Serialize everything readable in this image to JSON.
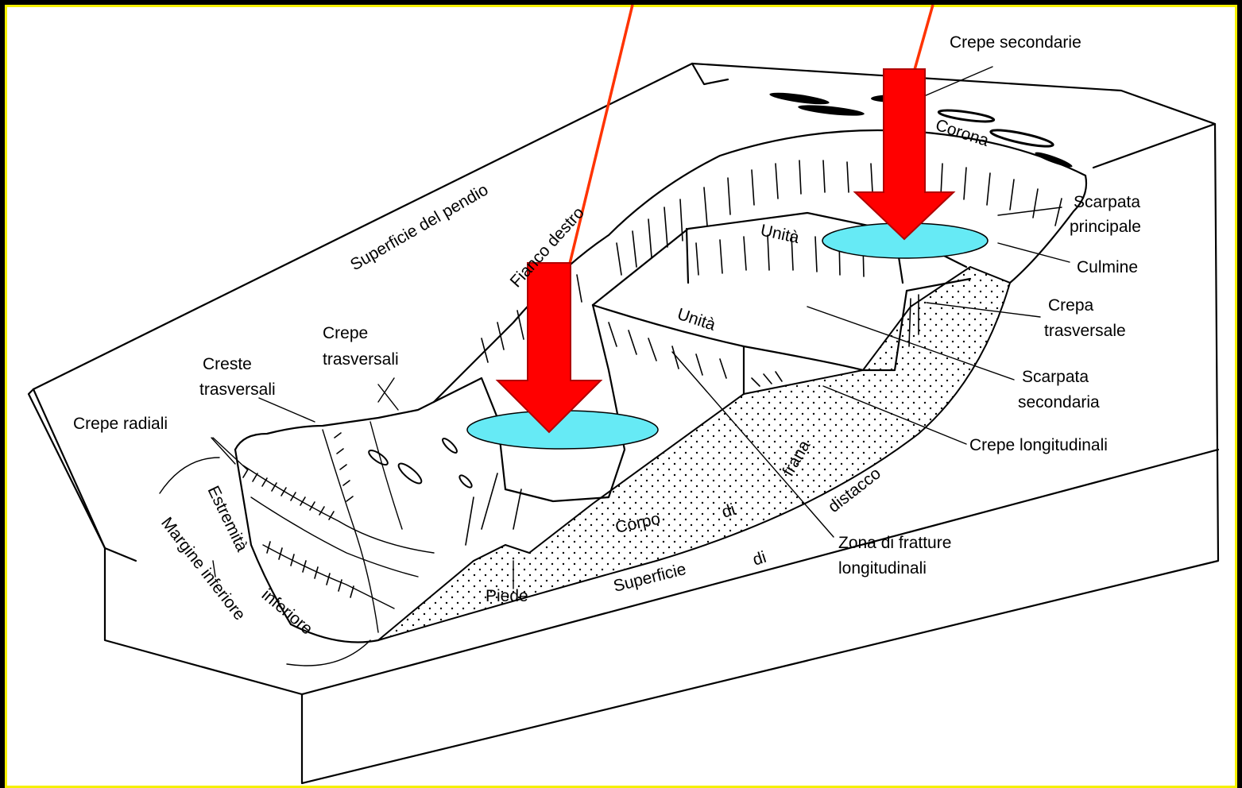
{
  "colors": {
    "frame_outer": "#000000",
    "frame_border": "#f5f000",
    "background": "#ffffff",
    "arrow_fill": "#ff0000",
    "arrow_stroke": "#b00000",
    "pointer_line": "#ff3300",
    "pool_fill": "#66eaf5",
    "pool_stroke": "#000000",
    "stipple": "#000000"
  },
  "labels": {
    "crepe_secondarie": "Crepe secondarie",
    "corona": "Corona",
    "scarpata_principale_1": "Scarpata",
    "scarpata_principale_2": "principale",
    "culmine": "Culmine",
    "crepa_trasversale_1": "Crepa",
    "crepa_trasversale_2": "trasversale",
    "scarpata_secondaria_1": "Scarpata",
    "scarpata_secondaria_2": "secondaria",
    "crepe_longitudinali": "Crepe longitudinali",
    "zona_fratture_1": "Zona di fratture",
    "zona_fratture_2": "longitudinali",
    "superficie_pendio": "Superficie del pendio",
    "fianco_destro": "Fianco destro",
    "unita_1": "Unità",
    "unita_2": "Unità",
    "crepe_trasversali_1": "Crepe",
    "crepe_trasversali_2": "trasversali",
    "creste_trasversali_1": "Creste",
    "creste_trasversali_2": "trasversali",
    "crepe_radiali": "Crepe radiali",
    "estremita_inferiore_1": "Estremità",
    "estremita_inferiore_2": "inferiore",
    "margine_inferiore": "Margine inferiore",
    "piede": "Piede",
    "corpo": "Corpo",
    "di_1": "di",
    "frana": "frana",
    "superficie": "Superficie",
    "di_2": "di",
    "distacco": "distacco"
  },
  "icons": {
    "arrow_left": "red-down-arrow-icon",
    "arrow_right": "red-down-arrow-icon"
  }
}
